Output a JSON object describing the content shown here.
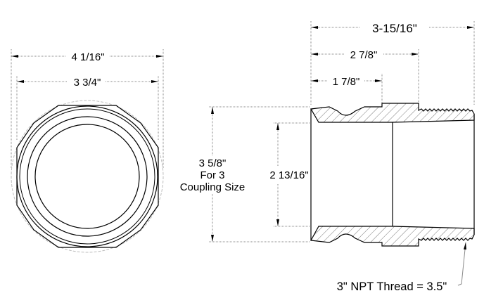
{
  "diagram": {
    "type": "technical-drawing",
    "subject": "3 inch pipe coupling adapter (end view and cross-section)",
    "colors": {
      "line": "#000000",
      "dimension_line": "#8a8a8a",
      "hatch": "#7a7a7a",
      "phantom": "#bdbdbd",
      "background": "#ffffff"
    },
    "end_view": {
      "dimensions": {
        "overall_width": "4 1/16\"",
        "flat_width": "3 3/4\""
      }
    },
    "side_view": {
      "dimensions": {
        "overall_length": "3-15/16\"",
        "length_to_thread": "2 7/8\"",
        "length_to_groove": "1 7/8\"",
        "outer_height_line1": "3 5/8\"",
        "outer_height_line2": "For 3",
        "outer_height_line3": "Coupling Size",
        "inner_height": "2 13/16\""
      },
      "callout": {
        "thread_label": "3\" NPT Thread = 3.5\""
      }
    }
  }
}
